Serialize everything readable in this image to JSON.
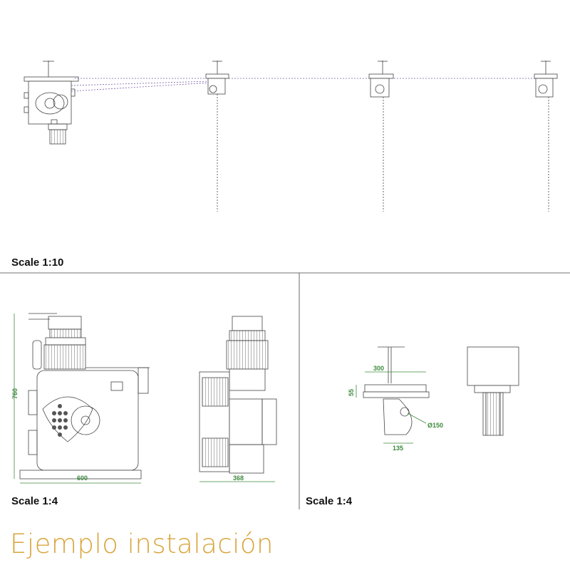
{
  "labels": {
    "scale_top": "Scale 1:10",
    "scale_bottom_left": "Scale 1:4",
    "scale_bottom_right": "Scale 1:4",
    "title": "Ejemplo instalación"
  },
  "dimensions": {
    "height_760": "760",
    "width_600": "600",
    "width_368": "368",
    "width_300": "300",
    "height_55": "55",
    "width_135": "135",
    "diameter_150": "Ø150"
  },
  "colors": {
    "title": "#d9a53c",
    "dimension": "#3d8a3d",
    "rope": "#7a5ca8",
    "line": "#444444"
  }
}
